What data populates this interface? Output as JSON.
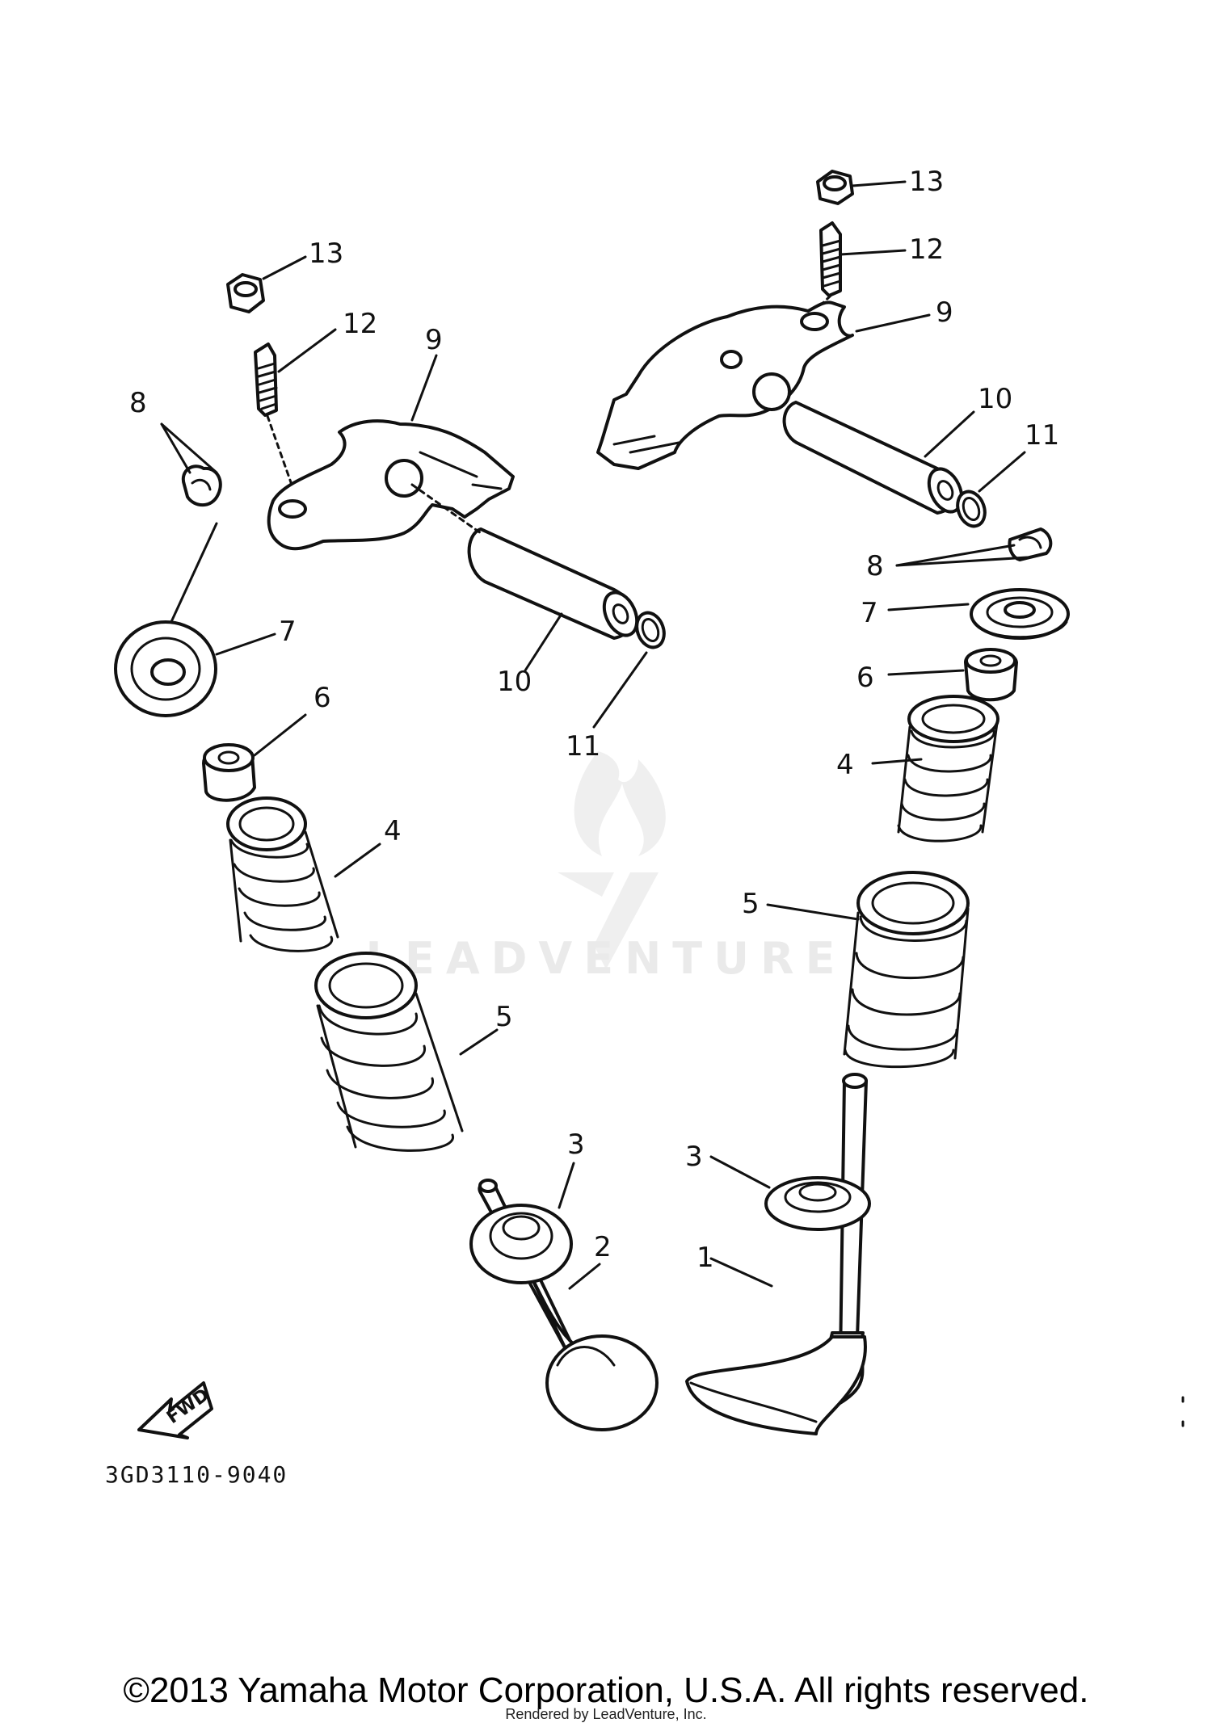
{
  "diagram": {
    "drawing_code": "3GD3110-9040",
    "fwd_label": "FWD",
    "watermark": "LEADVENTURE",
    "callouts": {
      "left_13": "13",
      "left_12": "12",
      "left_9": "9",
      "left_8": "8",
      "left_7": "7",
      "left_6": "6",
      "left_10": "10",
      "left_11": "11",
      "left_4": "4",
      "left_5": "5",
      "left_3": "3",
      "left_2": "2",
      "right_13": "13",
      "right_12": "12",
      "right_9": "9",
      "right_10": "10",
      "right_11": "11",
      "right_8": "8",
      "right_7": "7",
      "right_6": "6",
      "right_4": "4",
      "right_5": "5",
      "right_3": "3",
      "right_1": "1"
    }
  },
  "footer": {
    "copyright": "©2013 Yamaha Motor Corporation, U.S.A. All rights reserved.",
    "rendered_by": "Rendered by LeadVenture, Inc."
  }
}
